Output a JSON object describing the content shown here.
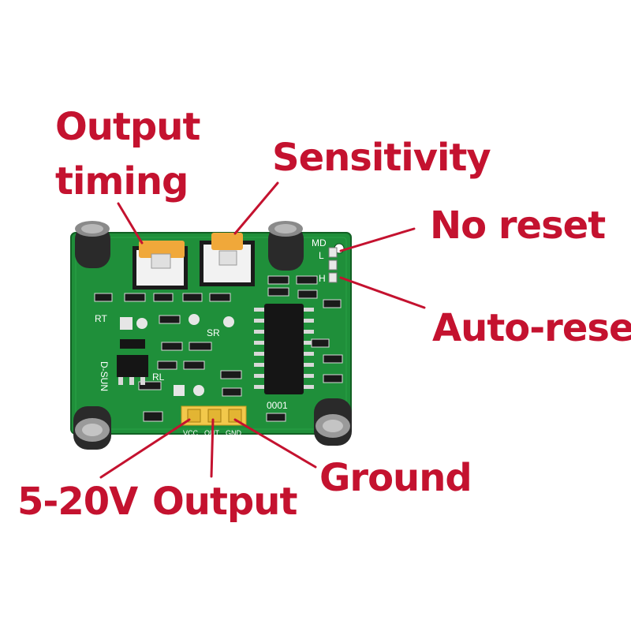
{
  "colors": {
    "label": "#c4122f",
    "pcb": "#1f8f3a",
    "pcb_dark": "#166b2b",
    "potentiometer": "#f0a83a",
    "header": "#f2c84b"
  },
  "labels": {
    "output_timing_line1": "Output",
    "output_timing_line2": "timing",
    "sensitivity": "Sensitivity",
    "no_reset": "No reset",
    "auto_reset": "Auto-reset",
    "voltage": "5-20V",
    "output": "Output",
    "ground": "Ground"
  },
  "board_text": {
    "md": "MD",
    "l": "L",
    "h": "H",
    "rt": "RT",
    "sr": "SR",
    "rl": "RL",
    "brand": "D-SUN",
    "chip_mark": "0001",
    "pin_vcc": "VCC",
    "pin_out": "OUT",
    "pin_gnd": "GND"
  }
}
